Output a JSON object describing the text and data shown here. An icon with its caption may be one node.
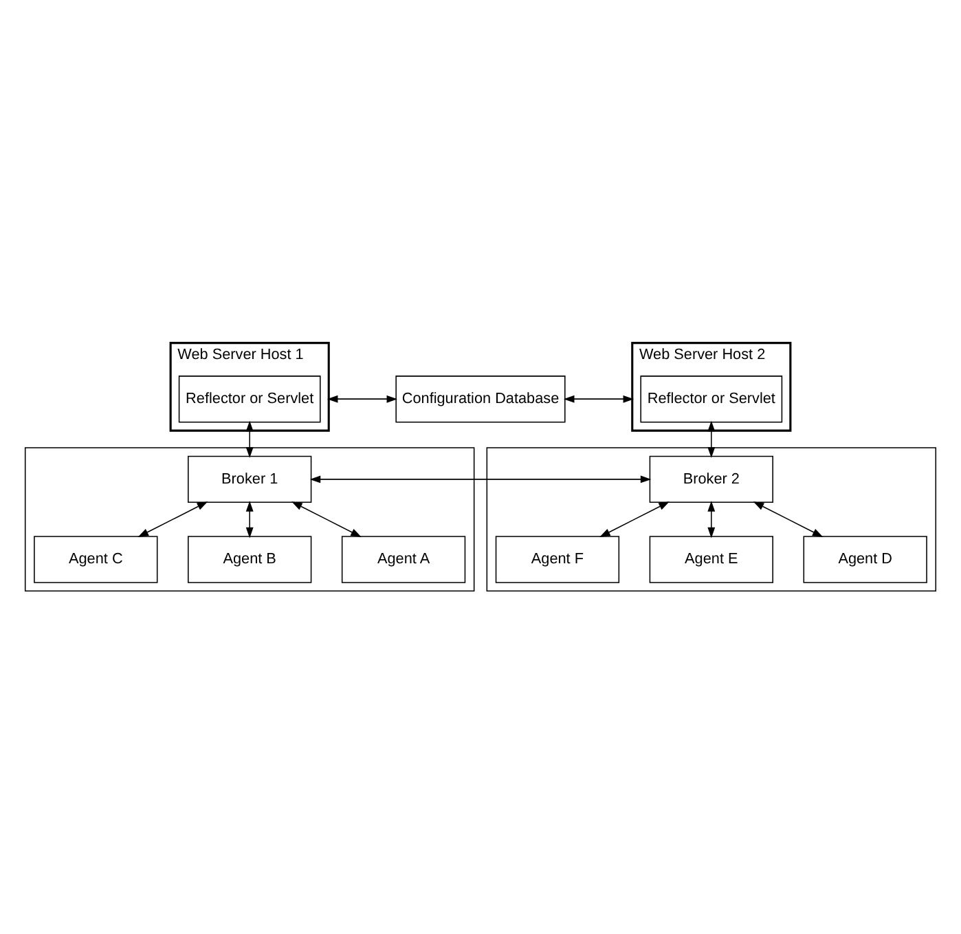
{
  "diagram": {
    "nodes": [
      {
        "text": [
          "Web Server Host 1"
        ]
      },
      {
        "text": [
          "Reflector or Servlet"
        ],
        "in": 0
      },
      {
        "text": [
          "Configuration Database"
        ]
      },
      {
        "text": [
          "Web Server Host 2"
        ]
      },
      {
        "text": [
          "Reflector or Servlet"
        ],
        "in": 3
      },
      {
        "text": [],
        "shape": "box"
      },
      {
        "text": [
          "Broker 1"
        ],
        "in": 5
      },
      {
        "text": [
          "Agent C"
        ],
        "in": 5
      },
      {
        "text": [
          "Agent B"
        ],
        "in": 5
      },
      {
        "text": [
          "Agent A"
        ],
        "in": 5
      },
      {
        "text": [],
        "shape": "box"
      },
      {
        "text": [
          "Broker 2"
        ],
        "in": 10
      },
      {
        "text": [
          "Agent F"
        ],
        "in": 10
      },
      {
        "text": [
          "Agent E"
        ],
        "in": 10
      },
      {
        "text": [
          "Agent D"
        ],
        "in": 10
      }
    ],
    "edges": [
      {
        "from": 0,
        "to": 2,
        "arrow": "to"
      },
      {
        "from": 2,
        "to": 0,
        "arrow": "to"
      },
      {
        "from": 2,
        "to": 3,
        "arrow": "to"
      },
      {
        "from": 3,
        "to": 2,
        "arrow": "to"
      },
      {
        "from": 1,
        "to": 6,
        "arrow": "both"
      },
      {
        "from": 4,
        "to": 11,
        "arrow": "both"
      },
      {
        "from": 6,
        "to": 11,
        "arrow": "both"
      },
      {
        "from": 6,
        "to": 9,
        "arrow": "both"
      },
      {
        "from": 6,
        "to": 8,
        "arrow": "both"
      },
      {
        "from": 6,
        "to": 7,
        "arrow": "both"
      },
      {
        "from": 11,
        "to": 14,
        "arrow": "both"
      },
      {
        "from": 11,
        "to": 13,
        "arrow": "both"
      },
      {
        "from": 11,
        "to": 12,
        "arrow": "both"
      }
    ]
  }
}
